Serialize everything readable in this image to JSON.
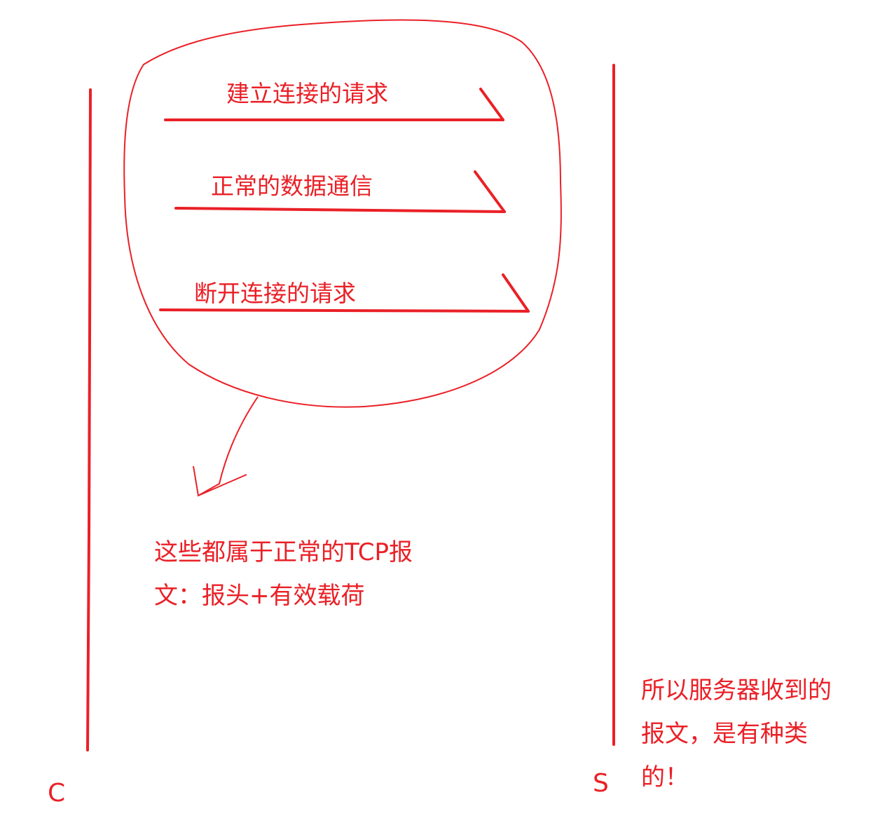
{
  "colors": {
    "ink": "#ea2027",
    "background": "#ffffff"
  },
  "endpoints": {
    "client": {
      "label": "C"
    },
    "server": {
      "label": "S"
    }
  },
  "messages": [
    {
      "label": "建立连接的请求"
    },
    {
      "label": "正常的数据通信"
    },
    {
      "label": "断开连接的请求"
    }
  ],
  "annotations": {
    "grouped_note": [
      "这些都属于正常的TCP报",
      "文：报头+有效载荷"
    ],
    "server_note": [
      "所以服务器收到的",
      "报文，是有种类",
      "的！"
    ]
  }
}
